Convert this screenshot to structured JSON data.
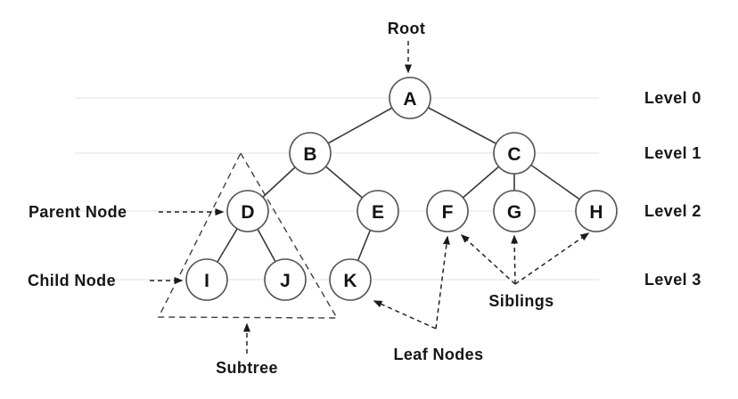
{
  "tree": {
    "nodes": {
      "a": "A",
      "b": "B",
      "c": "C",
      "d": "D",
      "e": "E",
      "f": "F",
      "g": "G",
      "h": "H",
      "i": "I",
      "j": "J",
      "k": "K"
    },
    "edges": [
      "A-B",
      "A-C",
      "B-D",
      "B-E",
      "C-F",
      "C-G",
      "C-H",
      "D-I",
      "D-J",
      "E-K"
    ]
  },
  "levels": {
    "l0": "Level 0",
    "l1": "Level 1",
    "l2": "Level 2",
    "l3": "Level 3"
  },
  "annotations": {
    "root": "Root",
    "parent_node": "Parent Node",
    "child_node": "Child Node",
    "subtree": "Subtree",
    "leaf_nodes": "Leaf Nodes",
    "siblings": "Siblings"
  },
  "colors": {
    "background": "#ffffff",
    "node_fill": "#ffffff",
    "node_stroke": "#555555",
    "edge_stroke": "#383838",
    "text": "#161616",
    "gridline": "#ebebeb",
    "annotation_dash": "#222222"
  }
}
